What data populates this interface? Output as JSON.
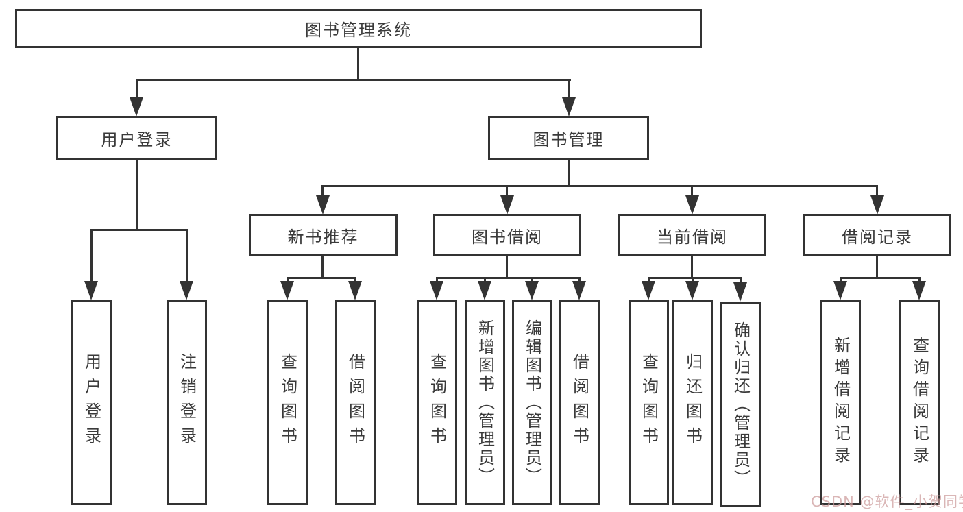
{
  "tree": {
    "root": "图书管理系统",
    "branches": {
      "user_login": {
        "label": "用户登录",
        "children": [
          "用户登录",
          "注销登录"
        ]
      },
      "book_management": {
        "label": "图书管理",
        "sections": {
          "new_book_recommend": {
            "label": "新书推荐",
            "children": [
              "查询图书",
              "借阅图书"
            ]
          },
          "book_borrow": {
            "label": "图书借阅",
            "children": [
              "查询图书",
              "新增图书（管理员）",
              "编辑图书（管理员）",
              "借阅图书"
            ]
          },
          "current_borrow": {
            "label": "当前借阅",
            "children": [
              "查询图书",
              "归还图书",
              "确认归还（管理员）"
            ]
          },
          "borrow_records": {
            "label": "借阅记录",
            "children": [
              "新增借阅记录",
              "查询借阅记录"
            ]
          }
        }
      }
    }
  },
  "watermark": {
    "text": "CSDN @软件_小贺同学"
  },
  "colors": {
    "line": "#333333",
    "box_border": "#333333",
    "text": "#3a3a3a",
    "background": "#ffffff",
    "watermark": "#cd9e9e"
  }
}
